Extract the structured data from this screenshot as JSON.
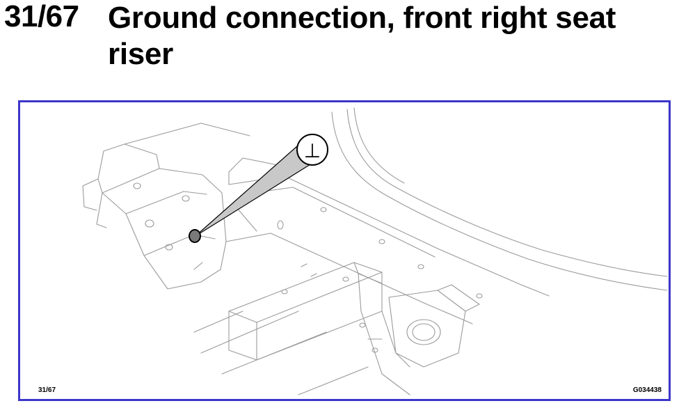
{
  "heading": {
    "number": "31/67",
    "title": "Ground connection, front right seat riser"
  },
  "figure": {
    "ground_symbol": "⊥",
    "page_ref": "31/67",
    "image_code": "G034438",
    "frame_color": "#3d36c9",
    "callout_fill": "#c8c8c8",
    "line_color": "#9a9a9a"
  }
}
